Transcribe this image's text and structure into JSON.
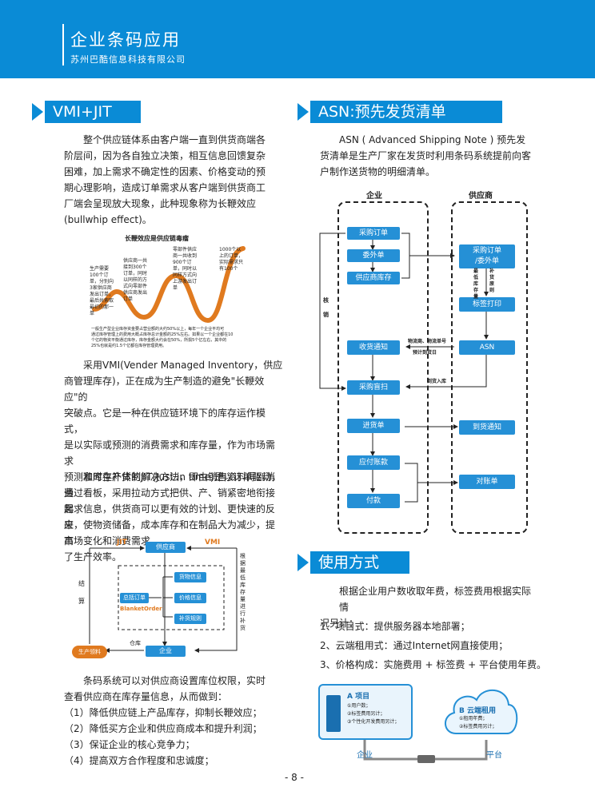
{
  "header": {
    "title": "企业条码应用",
    "subtitle": "苏州巴酷信息科技有限公司"
  },
  "vmi": {
    "heading": "VMI+JIT",
    "para1": [
      "整个供应链体系由客户端一直到供货商端各",
      "阶层间，因为各自独立决策，相互信息回馈复杂",
      "困难，加上需求不确定性的因素、价格变动的预",
      "期心理影响，造成订单需求从客户端到供货商工",
      "厂端会呈现放大现象，此种现象称为长鞭效应",
      "(bullwhip effect)。"
    ],
    "chart": {
      "title": "长鞭效应是供应链毒瘤",
      "n1": "生产需要\n100个订\n单，分别向\n3家供应商\n发出订单，\n最后共索取\n最初的那一\n单",
      "n2": "供应商一共\n接到300个\n订单，同时\n以同样的方\n式向零部件\n供应商发出\n订单",
      "n3": "零部件供应\n商一共收到\n900个订\n单，同时以\n同样方式向\n上游发出订\n单",
      "n4": "1000个以\n上的订单，\n实际需求只\n有100个",
      "note": "一般生产型企业库存资金要占营业额的大约50%以上，每年一个企业平均可\n通过库存管理上的费用大概占库存总计金额的25%左右。如果以一个企业都在10\n个亿的物资平衡通过库存，库存金额大约会在50%，所损5个亿左右，其中的\n25%也就是约1.5个亿都在库存管理费用。"
    },
    "para2": [
      "采用VMI(Vender Managed Inventory，供应",
      "商管理库存)，正在成为生产制造的避免\"长鞭效应\"的",
      "突破点。它是一种在供应链环境下的库存运作模式，",
      "是以实际或预测的消费需求和库存量，作为市场需求",
      "预测和库存补货的解决方法，即由销售资料得到消费",
      "需求信息，供货商可以更有效的计划、更快速的反应",
      "市场变化和消费需求。"
    ],
    "para3": [
      "准时生产体制JIT(Just in time)是以订单驱动，",
      "通过看板，采用拉动方式把供、产、销紧密地衔接起",
      "来，使物资储备，成本库存和在制品大为减少，提高",
      "了生产效率。"
    ],
    "diagram": {
      "jit": "JIT",
      "vmi": "VMI",
      "supplier": "供应商",
      "settle": "结\n算",
      "dock": "根\n据\n最\n低\n库\n存\n量\n进\n行\n补\n货",
      "general_order": "总括订单",
      "blanket": "BlanketOrder",
      "goods_info": "货物信息",
      "price_info": "价格信息",
      "replenish": "补货规则",
      "warehouse": "仓库",
      "enterprise": "企业",
      "production": "生产领料"
    },
    "para4": [
      "条码系统可以对供应商设置库位权限，实时",
      "查看供应商在库存量信息，从而做到："
    ],
    "list": [
      "（1）降低供应链上产品库存，抑制长鞭效应；",
      "（2）降低买方企业和供应商成本和提升利润；",
      "（3）保证企业的核心竞争力；",
      "（4）提高双方合作程度和忠诚度；"
    ]
  },
  "asn": {
    "heading": "ASN:预先发货清单",
    "para": [
      "ASN ( Advanced Shipping Note ) 预先发",
      "货清单是生产厂家在发货时利用条码系统提前向客",
      "户制作送货物的明细清单。"
    ],
    "flow": {
      "col_enterprise": "企业",
      "col_supplier": "供应商",
      "e1": "采购订单",
      "e2": "委外单",
      "e3": "供应商库存",
      "e4": "收货通知",
      "e5": "采购盲扫",
      "e6": "进货单",
      "e7": "应付账款",
      "e8": "付款",
      "s1": "采购订单\n/委外单",
      "s2": "标签打印",
      "s3": "ASN",
      "s4": "到货通知",
      "s5": "对账单",
      "l_hexiao": "核\n\n销",
      "l_zuidi": "最\n低\n库\n存\n量",
      "l_buhuo": "补\n货\n原\n则",
      "l_wuliu": "物流商、物流单号",
      "l_yuji": "预计到货日",
      "l_daohuo": "到货入库"
    }
  },
  "usage": {
    "heading": "使用方式",
    "para": [
      "根据企业用户数收取年费，标签费用根据实际情",
      "况另计："
    ],
    "items": [
      "1、项目式：提供服务器本地部署；",
      "2、云端租用式：通过Internet网直接使用；",
      "3、价格构成：实施费用 + 标签费 + 平台使用年费。"
    ],
    "illus": {
      "a_title": "A 项目",
      "a1": "①用户数；",
      "a2": "②标签费用另计；",
      "a3": "③个性化开发费用另计；",
      "b_title": "B 云端租用",
      "b1": "①租用年费；",
      "b2": "②标签费用另计；",
      "left": "企业",
      "right": "平台"
    }
  },
  "page_number": "- 8 -"
}
